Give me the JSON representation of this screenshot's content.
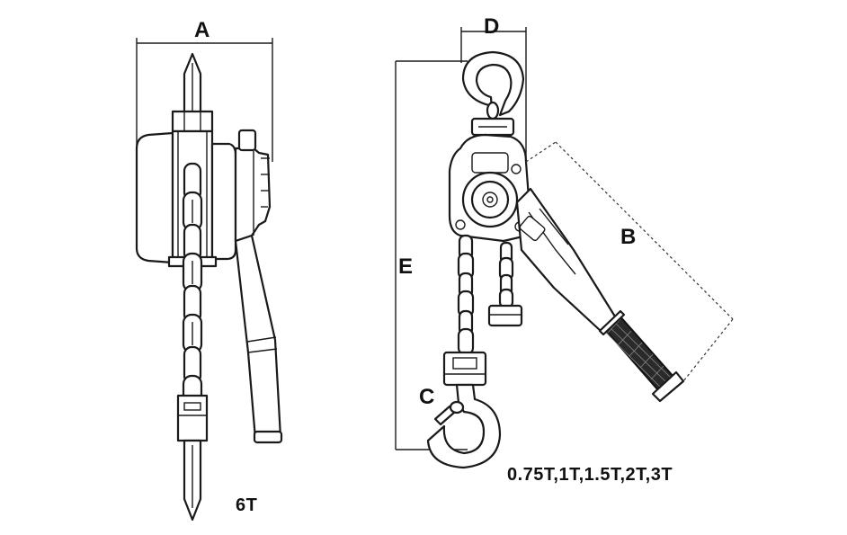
{
  "labels": {
    "A": "A",
    "B": "B",
    "C": "C",
    "D": "D",
    "E": "E"
  },
  "captions": {
    "left_model": "6T",
    "right_models": "0.75T,1T,1.5T,2T,3T"
  }
}
